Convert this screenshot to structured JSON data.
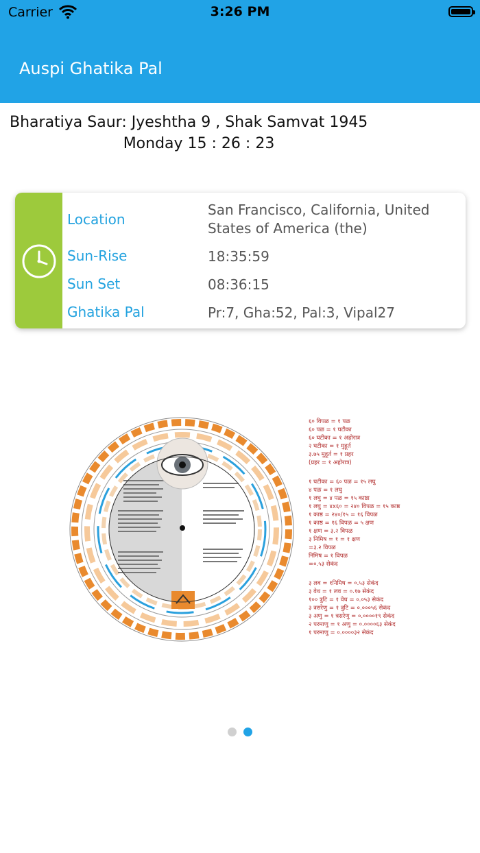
{
  "status": {
    "carrier": "Carrier",
    "time": "3:26 PM"
  },
  "header": {
    "title": "Auspi Ghatika Pal"
  },
  "date": {
    "line1": "Bharatiya Saur: Jyeshtha 9 , Shak Samvat 1945",
    "line2": "Monday 15 : 26 : 23"
  },
  "info": {
    "location_label": "Location",
    "location_value": "San Francisco, California, United States of America (the)",
    "sunrise_label": "Sun-Rise",
    "sunrise_value": "18:35:59",
    "sunset_label": "Sun Set",
    "sunset_value": "08:36:15",
    "ghatika_label": "Ghatika Pal",
    "ghatika_value": "Pr:7, Gha:52, Pal:3, Vipal27"
  },
  "legend_text": [
    "६० विपळ = १ पळ",
    "६० पळ = १ घटीका",
    "६० घटीका = १ अहोरात्र",
    "२ घटीका = १ मुहूर्त",
    "३.७५ मुहूर्त = १ प्रहर",
    "(प्रहर = १ अहोरात्र)",
    "१ घटीका = ६० पळ = १५ लघु",
    "४ पळ = १ लघु",
    "१ लघु = ४ पळ = १५ काष्ठा",
    "१ लघु = ४x६० = २४० विपळ = १५ काष्ठ",
    "१ काष्ठ = २४०/१५ = १६ विपळ",
    "१ काष्ठ = १६ विपळ = ५ क्षण",
    "१ क्षण = ३.२ विपळ",
    "३ निमिष = १ = १ क्षण",
    "=३.२ विपळ",
    "निमिष = १ विपळ",
    "=०.५३ सेकंद",
    "३ लव = १निमिष = ०.५३ सेकंद",
    "३ वेध = १ लव = ०.१७ सेकंद",
    "१०० त्रुटि = १ वेध = ०.०५३ सेकंद",
    "३ त्रसरेणु = १ त्रुटि = ०.०००५६ सेकंद",
    "३ अणु = १ त्रसरेणु = ०.००००१९ सेकंद",
    "२ परमाणु = १ अणु = ०.००००६३ सेकंद",
    "१ परमाणु = ०.००००३२ सेकंद"
  ],
  "colors": {
    "brand": "#21a3e6",
    "accent_green": "#9dca3c",
    "label_blue": "#22a2df",
    "orange": "#e98a2e",
    "legend_red": "#b02a2a"
  },
  "icons": {
    "clock": "clock-icon",
    "wifi": "wifi-icon",
    "battery": "battery-icon"
  },
  "pager": {
    "pages": 2,
    "active_index": 1
  }
}
